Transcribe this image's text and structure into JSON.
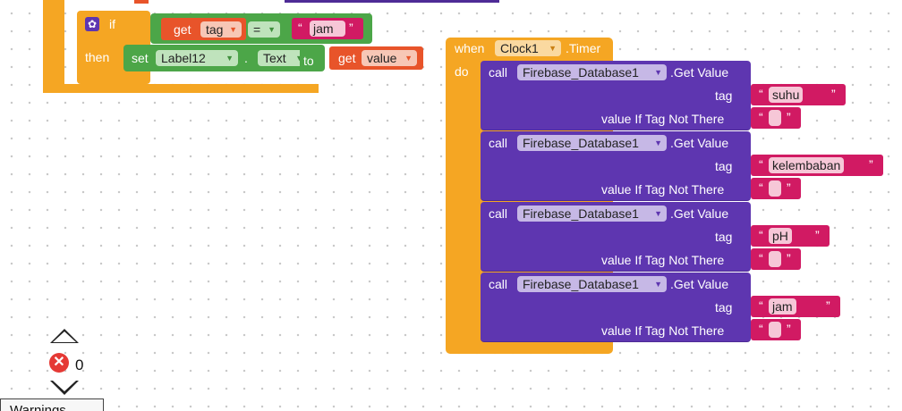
{
  "left_block": {
    "if_label": "if",
    "then_label": "then",
    "compare": {
      "get_label": "get",
      "var_name": "tag",
      "operator": "=",
      "string_value": "jam"
    },
    "set_stmt": {
      "set_label": "set",
      "component": "Label12",
      "dot": ".",
      "property": "Text",
      "to_label": "to",
      "get_label": "get",
      "var_name": "value"
    }
  },
  "timer_block": {
    "when_label": "when",
    "component": "Clock1",
    "event": ".Timer",
    "do_label": "do",
    "calls": [
      {
        "call_label": "call",
        "component": "Firebase_Database1",
        "method": ".Get Value",
        "tag_label": "tag",
        "tag_value": "suhu",
        "default_label": "value If Tag Not There"
      },
      {
        "call_label": "call",
        "component": "Firebase_Database1",
        "method": ".Get Value",
        "tag_label": "tag",
        "tag_value": "kelembaban",
        "default_label": "value If Tag Not There"
      },
      {
        "call_label": "call",
        "component": "Firebase_Database1",
        "method": ".Get Value",
        "tag_label": "tag",
        "tag_value": "pH",
        "default_label": "value If Tag Not There"
      },
      {
        "call_label": "call",
        "component": "Firebase_Database1",
        "method": ".Get Value",
        "tag_label": "tag",
        "tag_value": "jam",
        "default_label": "value If Tag Not There"
      }
    ]
  },
  "quote_open": "“",
  "quote_close": "”",
  "warnings": {
    "error_count": "0",
    "toggle_label": "Warnings"
  },
  "colors": {
    "control": "#F5A623",
    "logic": "#4CA648",
    "component": "#5E36B0",
    "text": "#D11A63",
    "variable": "#E8542A"
  }
}
